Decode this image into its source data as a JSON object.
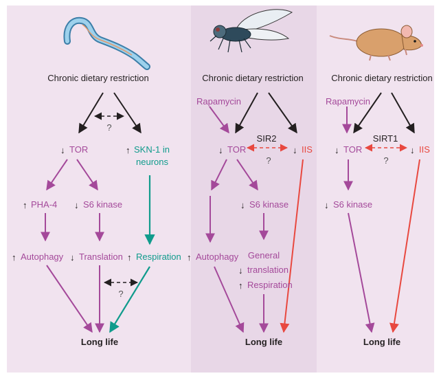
{
  "colors": {
    "panel_worm": "#f1e3ef",
    "panel_fly": "#e8d7e7",
    "panel_mouse": "#f1e3ef",
    "black_arrow": "#231f20",
    "purple_path": "#a4499a",
    "teal_path": "#109b8c",
    "red_path": "#e8483f"
  },
  "icons": [
    "worm-icon",
    "fly-icon",
    "mouse-icon"
  ],
  "worm": {
    "title": "Chronic dietary restriction",
    "q1": "?",
    "tor": "TOR",
    "skn1_a": "SKN-1 in",
    "skn1_b": "neurons",
    "pha4": "PHA-4",
    "s6k": "S6 kinase",
    "autophagy": "Autophagy",
    "translation": "Translation",
    "respiration": "Respiration",
    "q2": "?",
    "longlife": "Long life"
  },
  "fly": {
    "title": "Chronic dietary restriction",
    "rapamycin": "Rapamycin",
    "tor": "TOR",
    "sir": "SIR2",
    "q": "?",
    "iis": "IIS",
    "s6k": "S6 kinase",
    "autophagy": "Autophagy",
    "general": "General",
    "translation": "translation",
    "respiration": "Respiration",
    "longlife": "Long life"
  },
  "mouse": {
    "title": "Chronic dietary restriction",
    "rapamycin": "Rapamycin",
    "tor": "TOR",
    "sirt": "SIRT1",
    "q": "?",
    "iis": "IIS",
    "s6k": "S6 kinase",
    "longlife": "Long life"
  }
}
